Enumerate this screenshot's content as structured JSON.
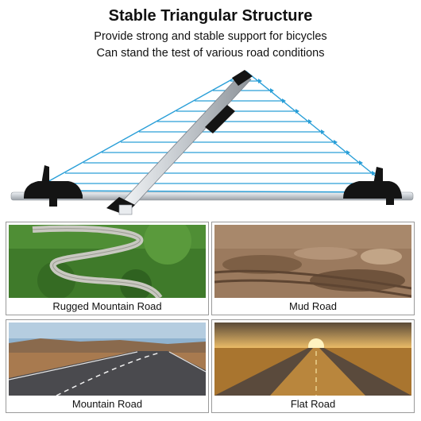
{
  "header": {
    "title": "Stable Triangular Structure",
    "subtitle_line1": "Provide strong and stable support for bicycles",
    "subtitle_line2": "Can stand the test of various road conditions"
  },
  "colors": {
    "triangle_blue": "#2a9fd8",
    "rail_silver": "#c9ced3",
    "bracket_black": "#141414"
  },
  "panels": [
    {
      "caption": "Rugged Mountain Road",
      "scene": "winding-mountain-road"
    },
    {
      "caption": "Mud Road",
      "scene": "muddy-road"
    },
    {
      "caption": "Mountain Road",
      "scene": "curving-asphalt-road"
    },
    {
      "caption": "Flat Road",
      "scene": "straight-sunset-road"
    }
  ]
}
